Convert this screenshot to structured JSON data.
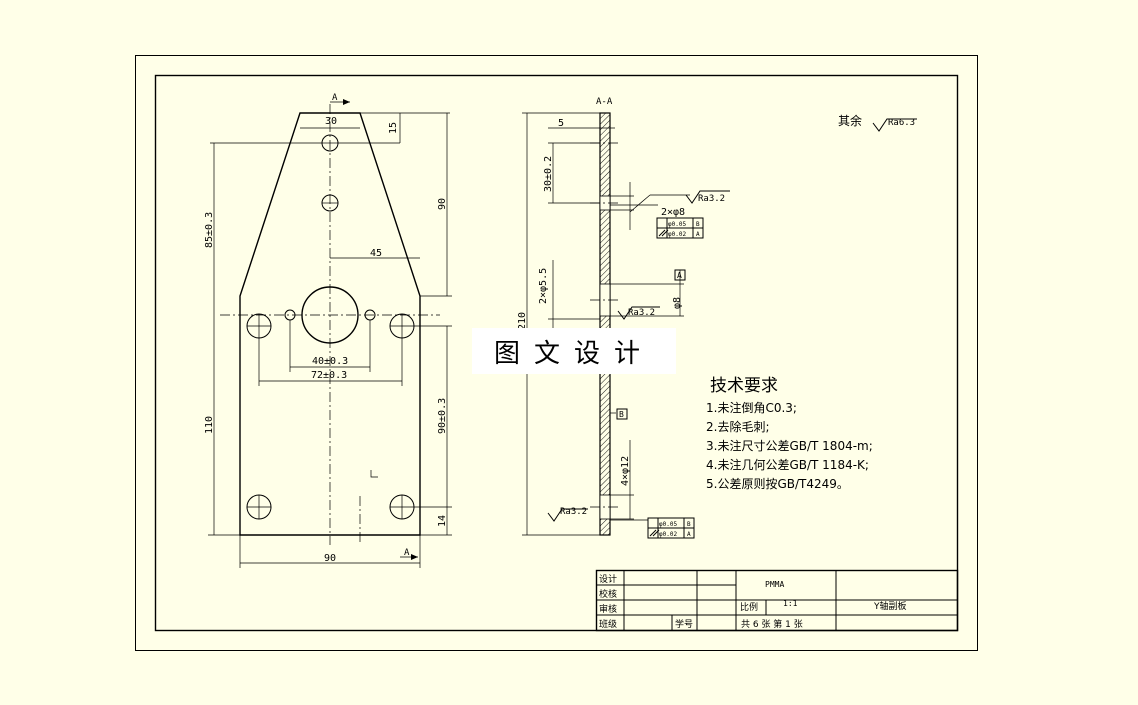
{
  "drawing": {
    "section_label": "A-A",
    "view_marker_left_top": "A",
    "view_marker_left_bottom": "A",
    "datum_a": "A",
    "datum_b": "B"
  },
  "dims_front": {
    "d30": "30",
    "d15": "15",
    "d90_right": "90",
    "d85": "85±0.3",
    "d45": "45",
    "d40": "40±0.3",
    "d72": "72±0.3",
    "d110": "110",
    "d90_03": "90±0.3",
    "d14": "14",
    "d90_bottom": "90"
  },
  "dims_section": {
    "d5": "5",
    "d30_02": "30±0.2",
    "d210": "210",
    "holes_2x55": "2×φ5.5",
    "holes_2x8": "2×φ8",
    "phi8": "φ8",
    "holes_4x12": "4×φ12",
    "ra1": "Ra3.2",
    "ra2": "Ra3.2",
    "ra3": "Ra3.2",
    "tol1a": "φ0.05",
    "tol1a_ref": "B",
    "tol1b": "φ0.02",
    "tol1b_ref": "A",
    "tol2a": "φ0.05",
    "tol2a_ref": "B",
    "tol2b": "φ0.02",
    "tol2b_ref": "A"
  },
  "roughness_general": {
    "label": "其余",
    "value": "Ra6.3"
  },
  "tech_requirements": {
    "title": "技术要求",
    "items": [
      "1.未注倒角C0.3;",
      "2.去除毛刺;",
      "3.未注尺寸公差GB/T 1804-m;",
      "4.未注几何公差GB/T 1184-K;",
      "5.公差原则按GB/T4249。"
    ]
  },
  "watermark": "图文设计",
  "title_block": {
    "design": "设计",
    "check": "校核",
    "review": "审核",
    "class": "班级",
    "student_no": "学号",
    "material": "PMMA",
    "scale_label": "比例",
    "scale": "1:1",
    "part_name": "Y轴副板",
    "sheets": "共 6 张  第 1 张"
  }
}
